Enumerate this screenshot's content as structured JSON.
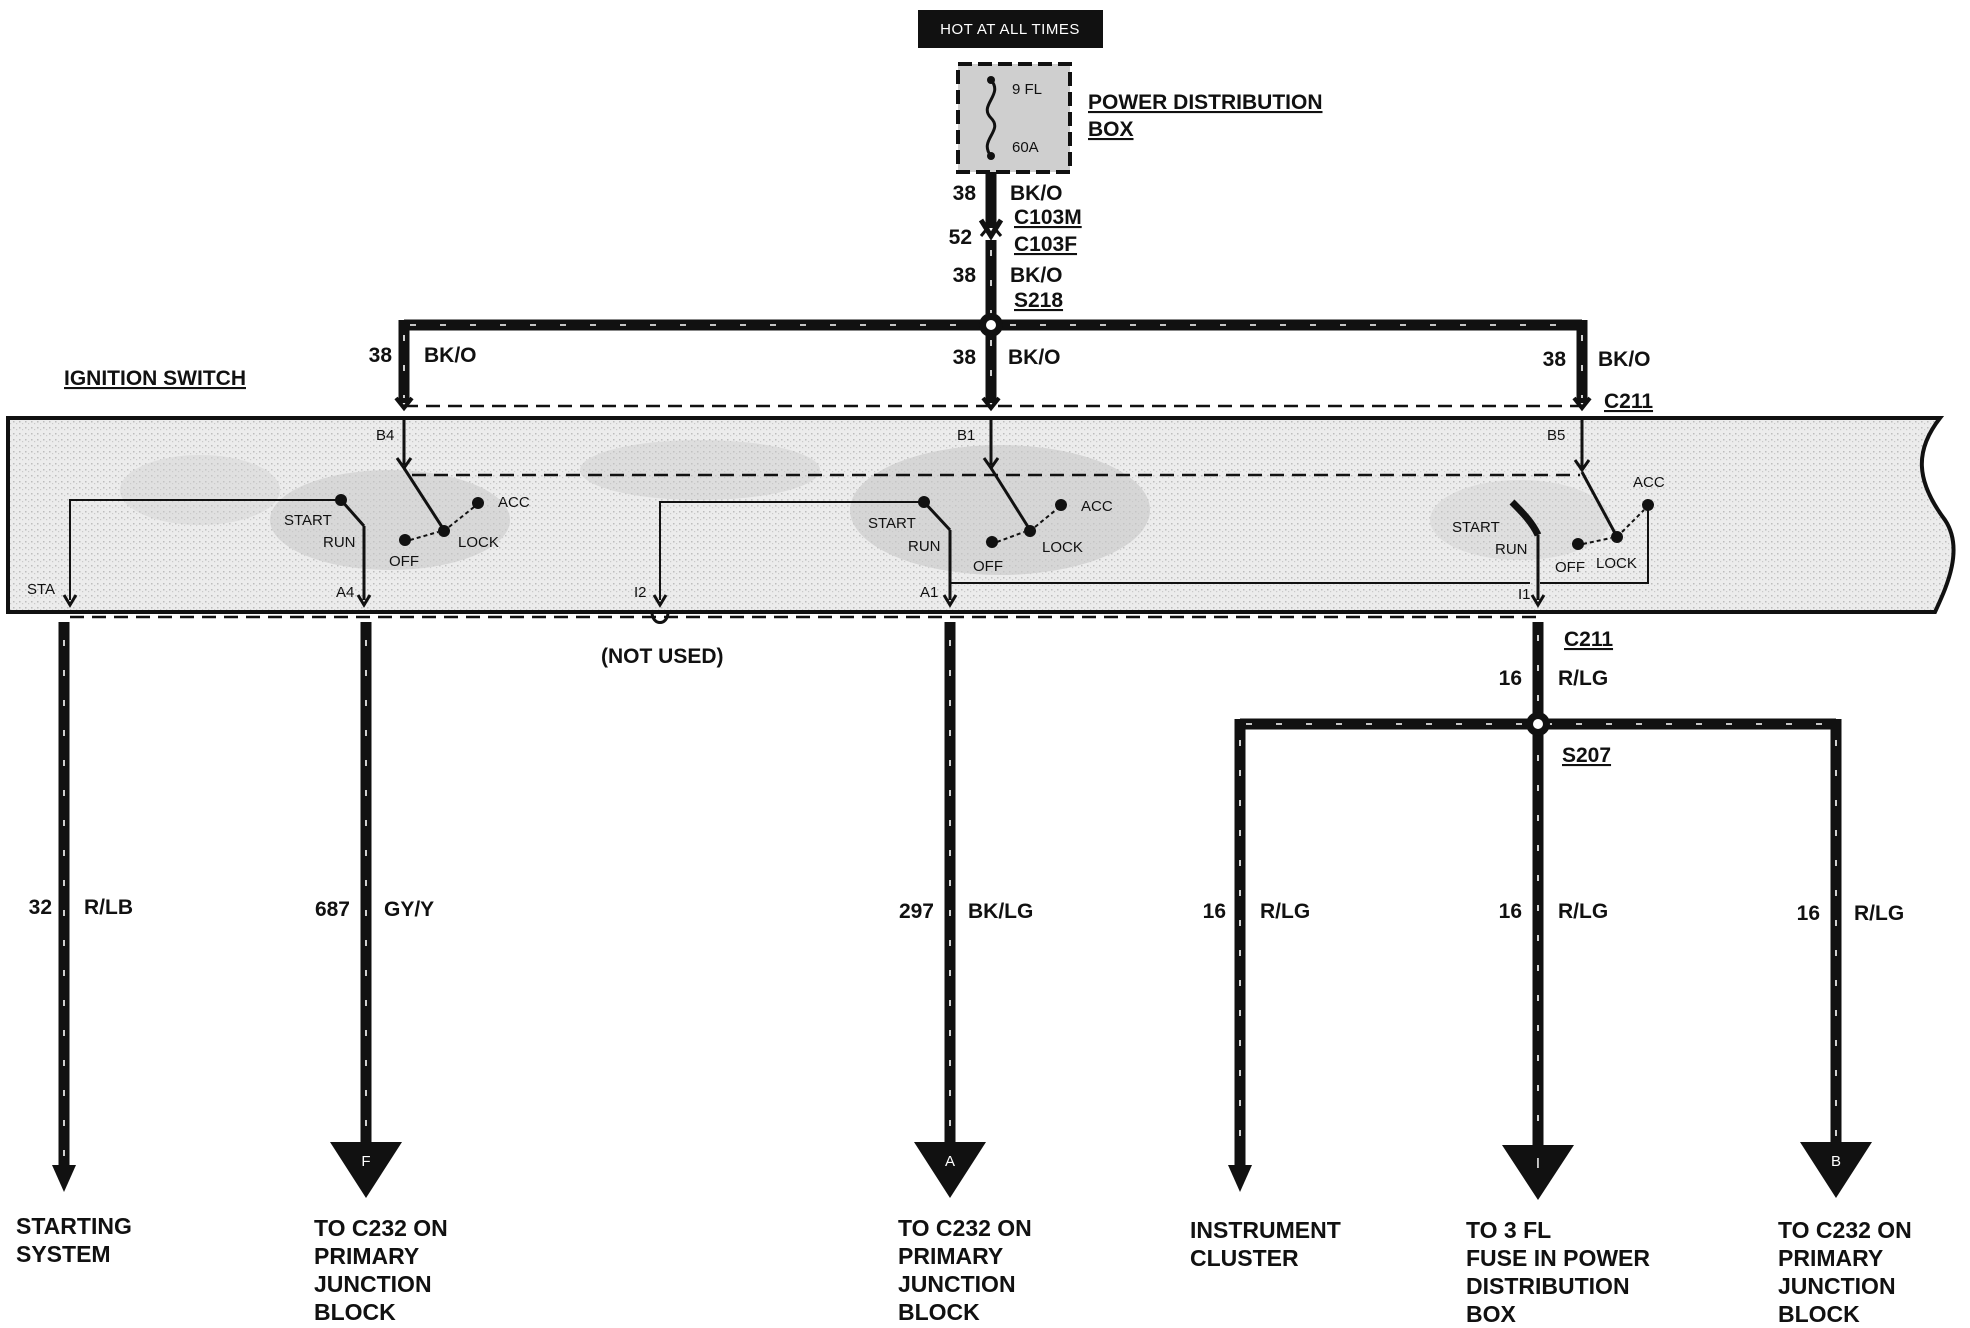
{
  "header": {
    "hot_label": "HOT AT ALL TIMES"
  },
  "power_box": {
    "title_line1": "POWER DISTRIBUTION",
    "title_line2": "BOX",
    "fuse_id": "9 FL",
    "fuse_rating": "60A"
  },
  "feed": {
    "circuit_top": "38",
    "color_top": "BK/O",
    "connector_m": "C103M",
    "connector_f_pin": "52",
    "connector_f": "C103F",
    "circuit_mid": "38",
    "color_mid": "BK/O",
    "splice": "S218"
  },
  "branches_in": {
    "left": {
      "circuit": "38",
      "color": "BK/O"
    },
    "mid": {
      "circuit": "38",
      "color": "BK/O"
    },
    "right": {
      "circuit": "38",
      "color": "BK/O"
    }
  },
  "switch": {
    "title": "IGNITION SWITCH",
    "connector_top": "C211",
    "connector_bottom": "C211",
    "pins": {
      "b4": "B4",
      "b1": "B1",
      "b5": "B5",
      "sta": "STA",
      "a4": "A4",
      "i2": "I2",
      "a1": "A1",
      "i1": "I1"
    },
    "positions": {
      "start": "START",
      "run": "RUN",
      "off": "OFF",
      "lock": "LOCK",
      "acc": "ACC"
    },
    "not_used": "(NOT USED)"
  },
  "output_feed": {
    "circuit": "16",
    "color": "R/LG",
    "splice": "S207"
  },
  "outputs": [
    {
      "circuit": "32",
      "color": "R/LB",
      "marker": "",
      "dest": [
        "STARTING",
        "SYSTEM"
      ]
    },
    {
      "circuit": "687",
      "color": "GY/Y",
      "marker": "F",
      "dest": [
        "TO C232 ON",
        "PRIMARY",
        "JUNCTION",
        "BLOCK"
      ]
    },
    {
      "circuit": "297",
      "color": "BK/LG",
      "marker": "A",
      "dest": [
        "TO C232 ON",
        "PRIMARY",
        "JUNCTION",
        "BLOCK"
      ]
    },
    {
      "circuit": "16",
      "color": "R/LG",
      "marker": "",
      "dest": [
        "INSTRUMENT",
        "CLUSTER"
      ]
    },
    {
      "circuit": "16",
      "color": "R/LG",
      "marker": "I",
      "dest": [
        "TO 3 FL",
        "FUSE IN POWER",
        "DISTRIBUTION",
        "BOX"
      ]
    },
    {
      "circuit": "16",
      "color": "R/LG",
      "marker": "B",
      "dest": [
        "TO C232 ON",
        "PRIMARY",
        "JUNCTION",
        "BLOCK"
      ]
    }
  ],
  "colors": {
    "wire": "#111111",
    "switch_fill": "#e6e6e6",
    "shade": "#c8c8c8",
    "box_fill": "#cfcfcf"
  }
}
